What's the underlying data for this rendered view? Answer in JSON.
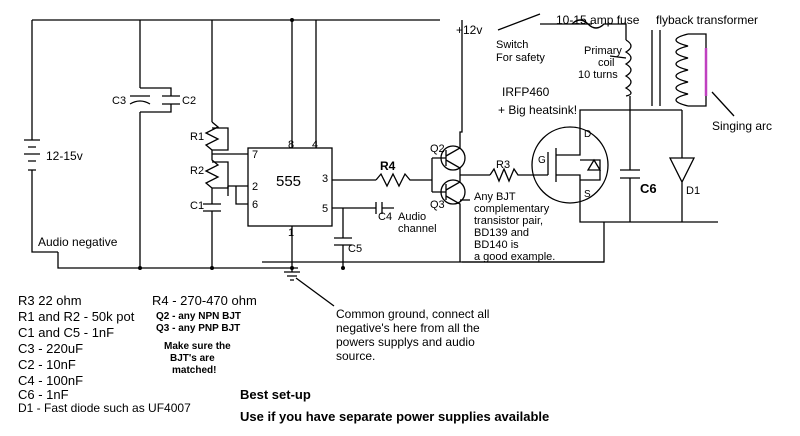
{
  "supply": {
    "plus": "+12v",
    "switch1": "Switch",
    "switch2": "For safety",
    "fuse": "10-15 amp fuse"
  },
  "transformer": {
    "title": "flyback transformer",
    "primary1": "Primary",
    "primary2": "coil",
    "primary3": "10 turns",
    "arc": "Singing arc"
  },
  "mosfet": {
    "line1": "IRFP460",
    "line2": "+ Big heatsink!",
    "pin_gate": "G",
    "pin_drain": "D",
    "pin_source": "S"
  },
  "battery": {
    "voltage": "12-15v"
  },
  "components": {
    "c3": "C3",
    "c2": "C2",
    "r1": "R1",
    "r2": "R2",
    "c1": "C1",
    "c5": "C5",
    "c4": "C4",
    "r4": "R4",
    "r3": "R3",
    "q2": "Q2",
    "q3": "Q3",
    "c6": "C6",
    "d1": "D1",
    "ic": "555"
  },
  "pins": {
    "p8": "8",
    "p4": "4",
    "p7": "7",
    "p2": "2",
    "p6": "6",
    "p3": "3",
    "p5": "5",
    "p1": "1"
  },
  "notes": {
    "audio_channel1": "Audio",
    "audio_channel2": "channel",
    "audio_negative": "Audio negative",
    "bjt": [
      "Any BJT",
      "complementary",
      "transistor pair,",
      "BD139 and",
      "BD140 is",
      "a good example."
    ],
    "ground": [
      "Common ground, connect all",
      "negative's here from all the",
      "powers supplys and audio",
      "source."
    ]
  },
  "parts_list": {
    "left": [
      "R3 22 ohm",
      "R1 and R2 - 50k pot",
      "C1 and C5 - 1nF",
      "C3 - 220uF",
      "C2 - 10nF",
      "C4 - 100nF",
      "C6 - 1nF",
      "D1 - Fast diode such as UF4007"
    ],
    "r4": "R4 - 270-470 ohm",
    "q2": "Q2 - any NPN BJT",
    "q3": "Q3 - any PNP BJT",
    "match": [
      "Make sure the",
      "BJT's are",
      "matched!"
    ]
  },
  "footer": {
    "line1": "Best set-up",
    "line2": "Use if you have separate power supplies available"
  }
}
